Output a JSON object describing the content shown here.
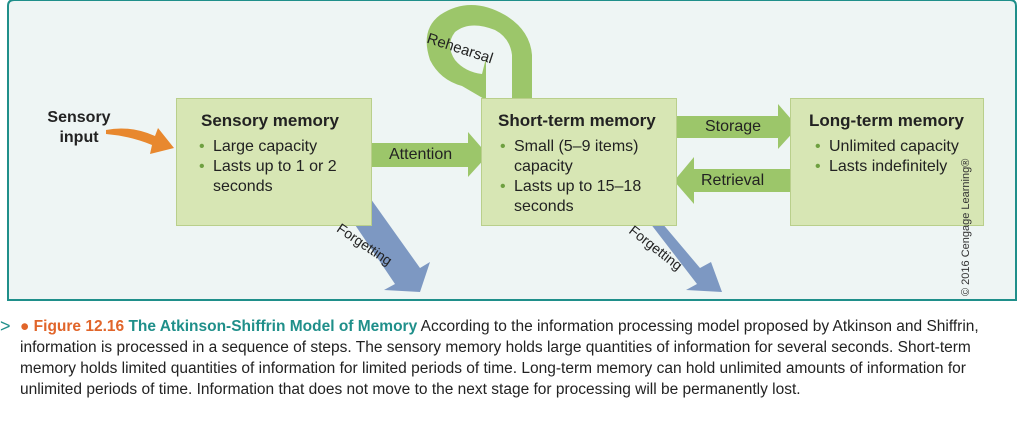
{
  "sensory_input": "Sensory input",
  "boxes": {
    "sensory": {
      "title": "Sensory memory",
      "bullets": [
        "Large capacity",
        "Lasts up to 1 or 2 seconds"
      ]
    },
    "short_term": {
      "title": "Short-term memory",
      "bullets": [
        "Small (5–9 items) capacity",
        "Lasts up to 15–18 seconds"
      ]
    },
    "long_term": {
      "title": "Long-term memory",
      "bullets": [
        "Unlimited capacity",
        "Lasts indefinitely"
      ]
    }
  },
  "arrows": {
    "attention": "Attention",
    "storage": "Storage",
    "retrieval": "Retrieval",
    "forgetting_1": "Forgetting",
    "forgetting_2": "Forgetting",
    "rehearsal": "Rehearsal"
  },
  "copyright": "© 2016 Cengage Learning®",
  "caption": {
    "figure_label": "Figure 12.16",
    "figure_title": "The Atkinson-Shiffrin Model of Memory",
    "text": "According to the information processing model proposed by Atkinson and Shiffrin, information is processed in a sequence of steps. The sensory memory holds large quantities of information for several seconds. Short-term memory holds limited quantities of information for limited periods of time. Long-term memory can hold unlimited amounts of information for unlimited periods of time. Information that does not move to the next stage for processing will be permanently lost."
  },
  "colors": {
    "box_fill": "#d7e6b4",
    "green_arrow": "#9cc66a",
    "blue_arrow": "#7d98c2",
    "orange_arrow": "#e8882e",
    "frame": "#1f8f8a",
    "figure_label": "#e1652a",
    "figure_title": "#1f8f8a"
  }
}
